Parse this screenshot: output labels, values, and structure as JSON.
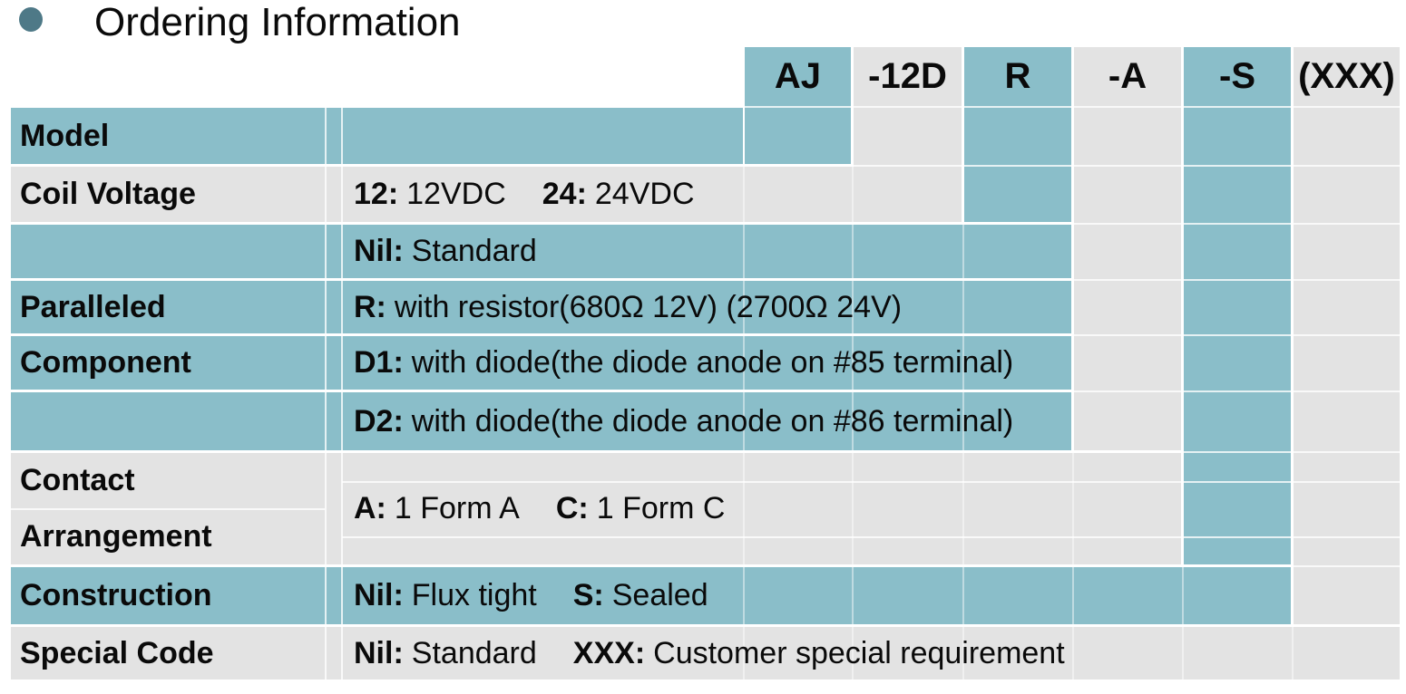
{
  "title": "Ordering Information",
  "part_code": {
    "segments": [
      {
        "code": "AJ"
      },
      {
        "code": "-12D"
      },
      {
        "code": "R"
      },
      {
        "code": "-A"
      },
      {
        "code": "-S"
      },
      {
        "code": "(XXX)"
      }
    ]
  },
  "colors": {
    "teal_band": "#8abec9",
    "gray_band": "#e3e3e3",
    "bullet": "#4e7987",
    "text": "#0a0a0a",
    "background": "#ffffff"
  },
  "rows": {
    "model": {
      "label": "Model"
    },
    "coil_voltage": {
      "label": "Coil Voltage",
      "options": [
        {
          "code": "12:",
          "desc": "12VDC"
        },
        {
          "code": "24:",
          "desc": "24VDC"
        }
      ]
    },
    "paralleled_component": {
      "label_line1": "Paralleled",
      "label_line2": "Component",
      "options": [
        {
          "code": "Nil:",
          "desc": "Standard"
        },
        {
          "code": "R:",
          "desc": "with resistor(680Ω 12V) (2700Ω 24V)"
        },
        {
          "code": "D1:",
          "desc": "with diode(the diode anode on #85 terminal)"
        },
        {
          "code": "D2:",
          "desc": "with diode(the diode anode on #86 terminal)"
        }
      ]
    },
    "contact_arrangement": {
      "label_line1": "Contact",
      "label_line2": "Arrangement",
      "options": [
        {
          "code": "A:",
          "desc": "1 Form A"
        },
        {
          "code": "C:",
          "desc": "1 Form C"
        }
      ]
    },
    "construction": {
      "label": "Construction",
      "options": [
        {
          "code": "Nil:",
          "desc": "Flux tight"
        },
        {
          "code": "S:",
          "desc": "Sealed"
        }
      ]
    },
    "special_code": {
      "label": "Special Code",
      "options": [
        {
          "code": "Nil:",
          "desc": "Standard"
        },
        {
          "code": "XXX:",
          "desc": "Customer special requirement"
        }
      ]
    }
  }
}
